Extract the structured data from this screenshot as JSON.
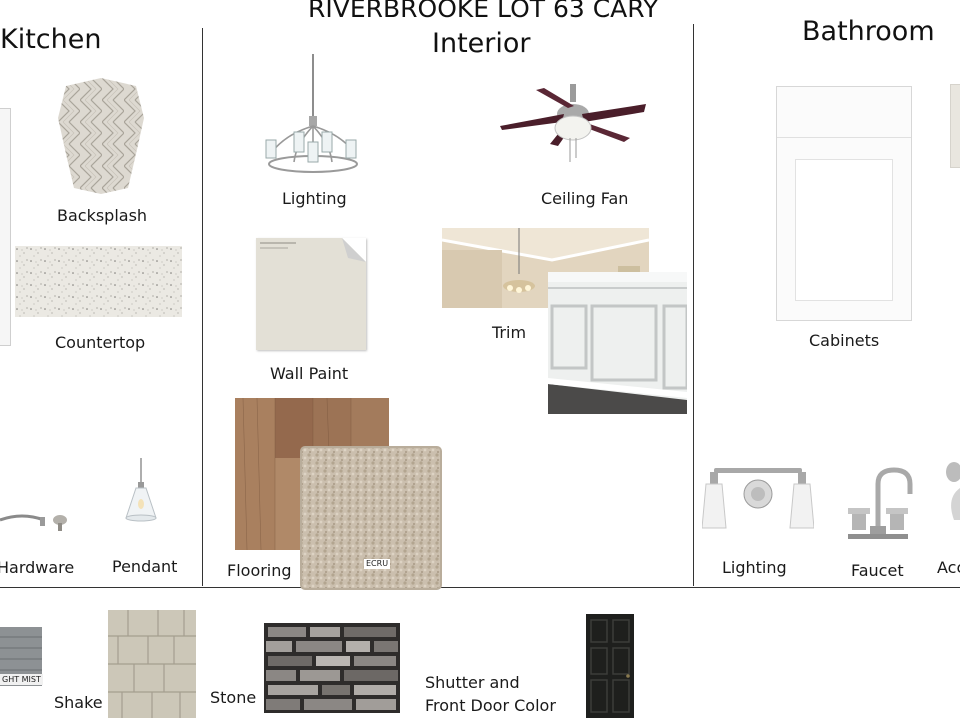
{
  "title": "RIVERBROOKE LOT 63 CARY",
  "sections": {
    "kitchen": "Kitchen",
    "interior": "Interior",
    "bathroom": "Bathroom"
  },
  "kitchen": {
    "backsplash": "Backsplash",
    "countertop": "Countertop",
    "hardware": "Hardware",
    "pendant": "Pendant"
  },
  "interior": {
    "lighting": "Lighting",
    "ceiling_fan": "Ceiling Fan",
    "wall_paint": "Wall Paint",
    "trim": "Trim",
    "flooring": "Flooring",
    "carpet_tag": "ECRU"
  },
  "bathroom": {
    "cabinets": "Cabinets",
    "lighting": "Lighting",
    "faucet": "Faucet",
    "accessories": "Acc"
  },
  "exterior": {
    "siding_tag": "GHT MIST",
    "shake": "Shake",
    "stone": "Stone",
    "shutter_line1": "Shutter and",
    "shutter_line2": "Front Door Color"
  }
}
